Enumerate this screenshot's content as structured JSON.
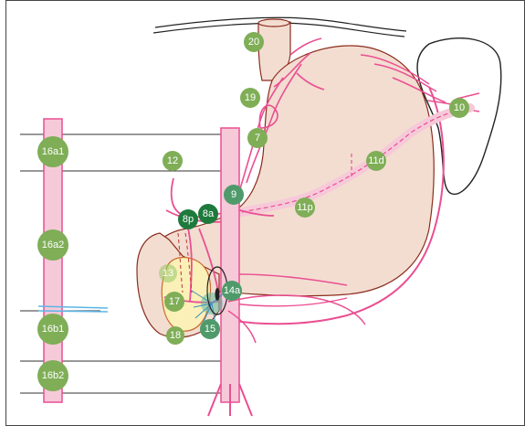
{
  "colors": {
    "stomach_fill": "#f3ddd1",
    "stomach_outline": "#8c2d1e",
    "vessel": "#ea4f92",
    "vessel_fill": "#f6c9d9",
    "node_light": "#7fae57",
    "node_dark": "#1e7a3c",
    "frame": "#444444",
    "blue_vessel": "#5bb6e6"
  },
  "node_labels": {
    "n20": "20",
    "n19": "19",
    "n7": "7",
    "n10": "10",
    "n11d": "11d",
    "n11p": "11p",
    "n12": "12",
    "n9": "9",
    "n8a": "8a",
    "n8p": "8p",
    "n16a1": "16a1",
    "n16a2": "16a2",
    "n16b1": "16b1",
    "n16b2": "16b2",
    "n13": "13",
    "n17": "17",
    "n14a": "14a",
    "n15": "15",
    "n18": "18"
  }
}
